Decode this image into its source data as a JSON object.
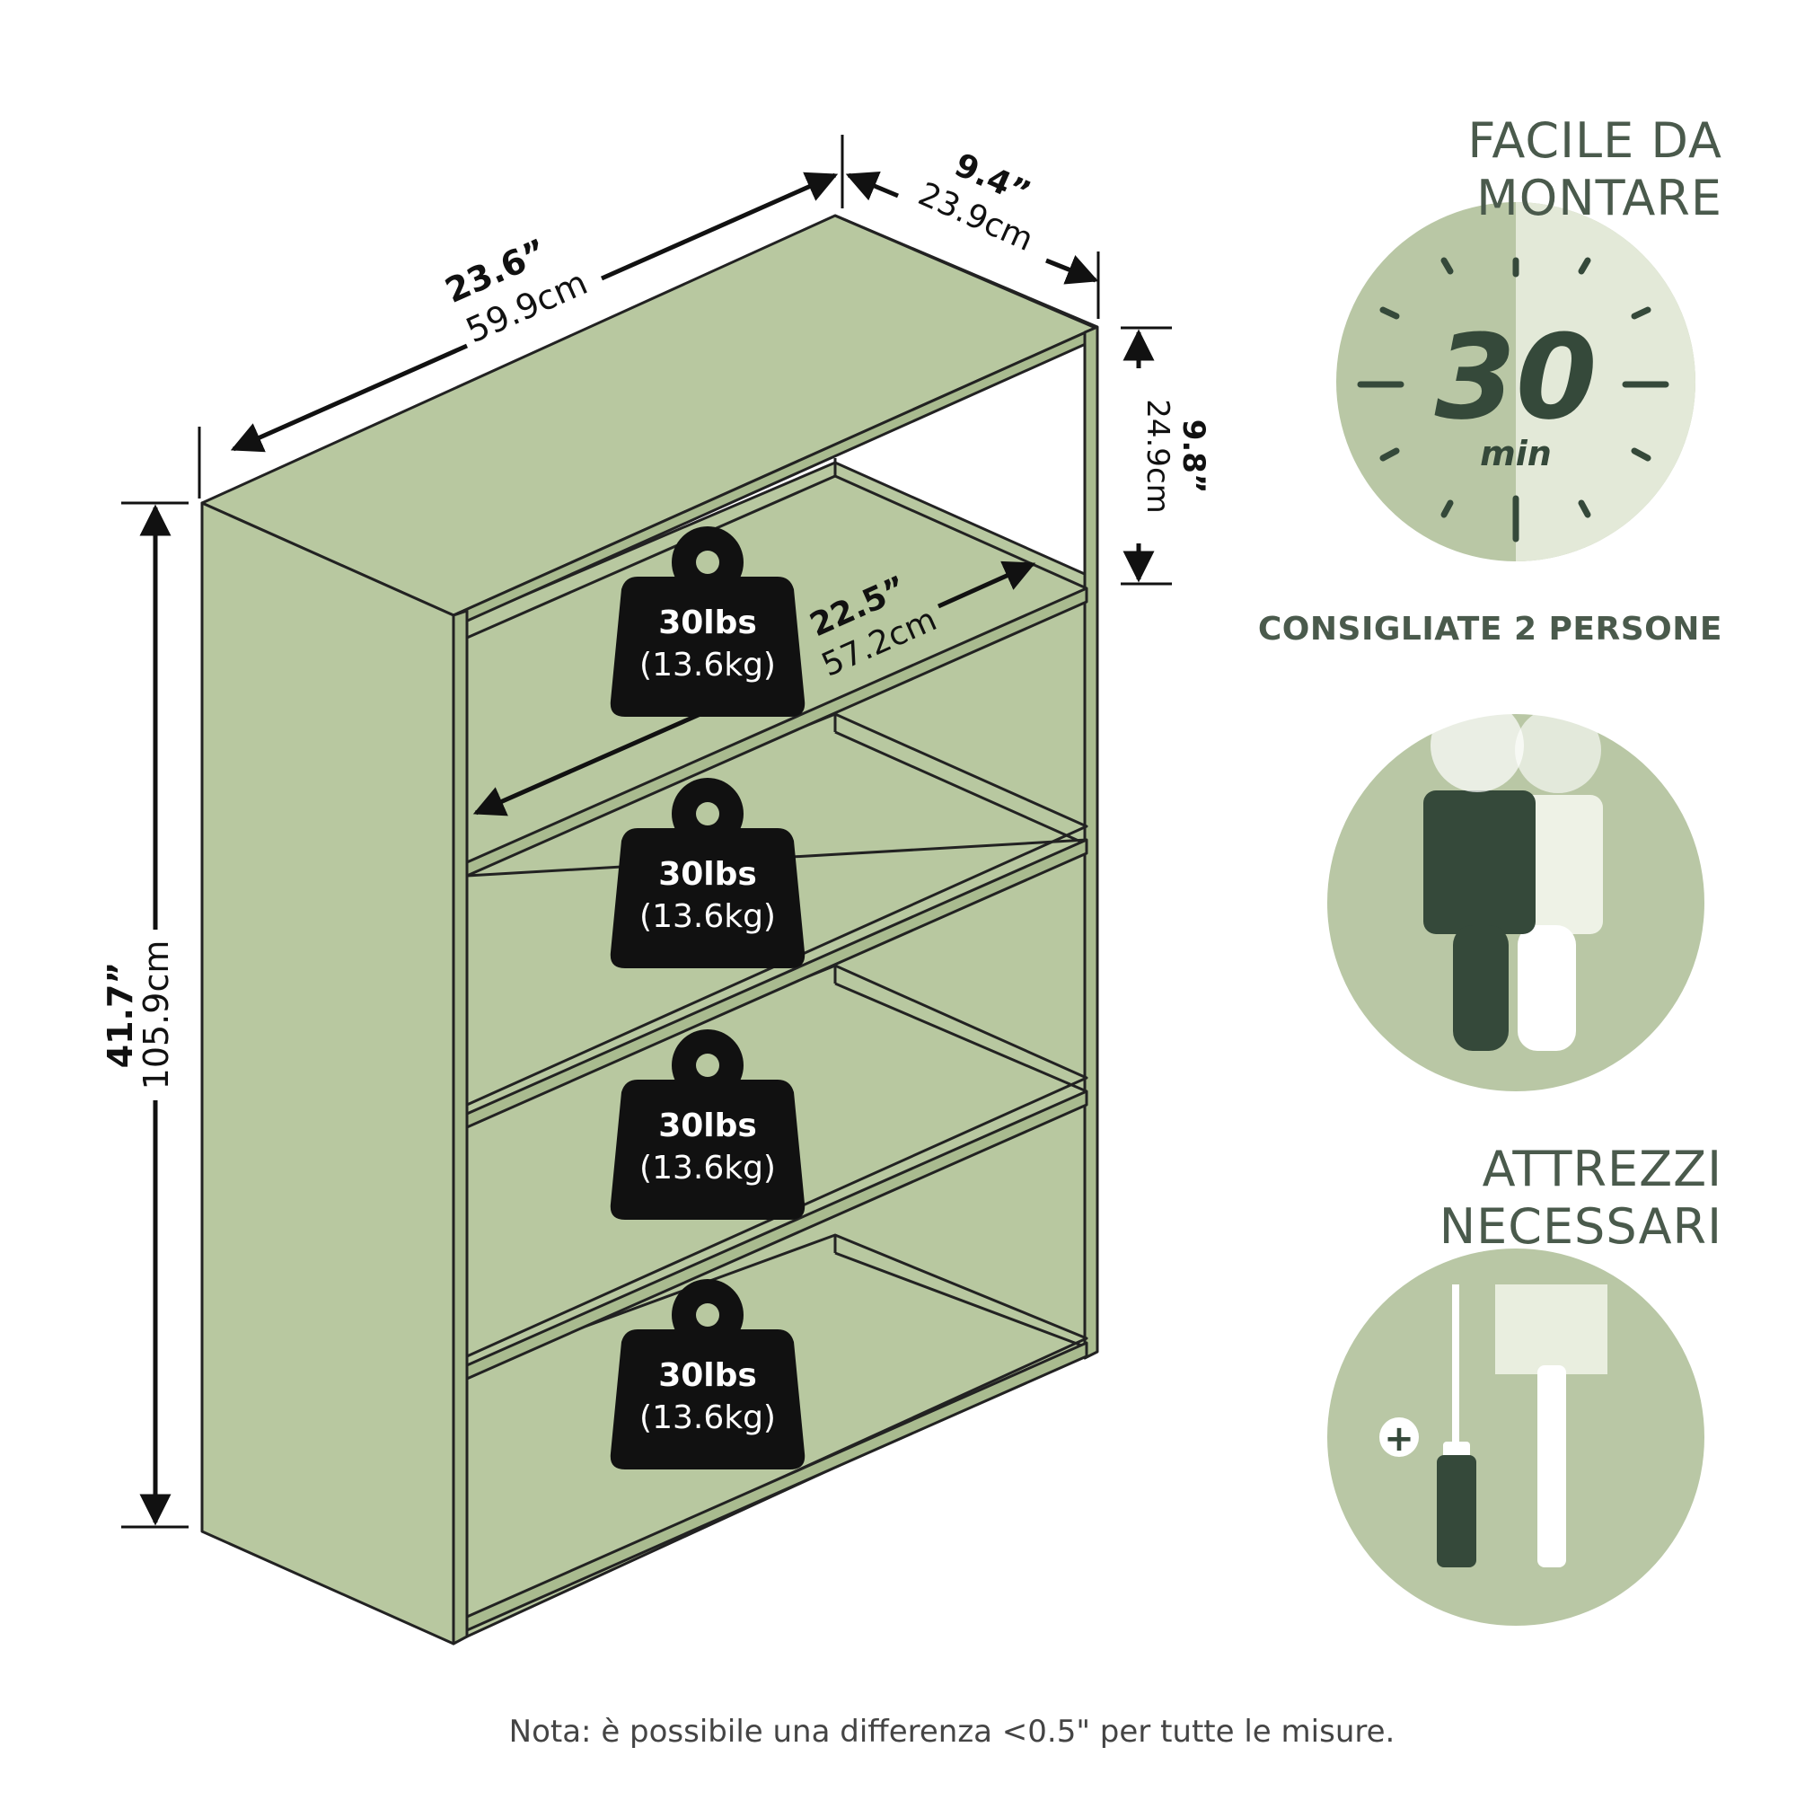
{
  "colors": {
    "panel": "#b8c8a0",
    "circle": "#b9c7a5",
    "circle_light": "#e3e9d8",
    "dark_green": "#35493a",
    "weight": "#111111",
    "line": "#222222"
  },
  "dimensions": {
    "width_in": "23.6”",
    "width_cm": "59.9cm",
    "depth_in": "9.4”",
    "depth_cm": "23.9cm",
    "shelf_height_in": "9.8”",
    "shelf_height_cm": "24.9cm",
    "inner_width_in": "22.5”",
    "inner_width_cm": "57.2cm",
    "height_in": "41.7”",
    "height_cm": "105.9cm"
  },
  "shelf_weights": [
    {
      "lbs": "30lbs",
      "kg": "(13.6kg)"
    },
    {
      "lbs": "30lbs",
      "kg": "(13.6kg)"
    },
    {
      "lbs": "30lbs",
      "kg": "(13.6kg)"
    },
    {
      "lbs": "30lbs",
      "kg": "(13.6kg)"
    }
  ],
  "assembly": {
    "heading_line1": "FACILE DA",
    "heading_line2": "MONTARE",
    "minutes": "30",
    "unit": "min",
    "people_note": "CONSIGLIATE 2 PERSONE",
    "people_icon": "two-people-icon"
  },
  "tools": {
    "heading_line1": "ATTREZZI",
    "heading_line2": "NECESSARI",
    "icon": "screwdriver-and-hammer-icon",
    "plus_symbol": "+"
  },
  "note": "Nota: è possibile una differenza <0.5\" per tutte le misure."
}
